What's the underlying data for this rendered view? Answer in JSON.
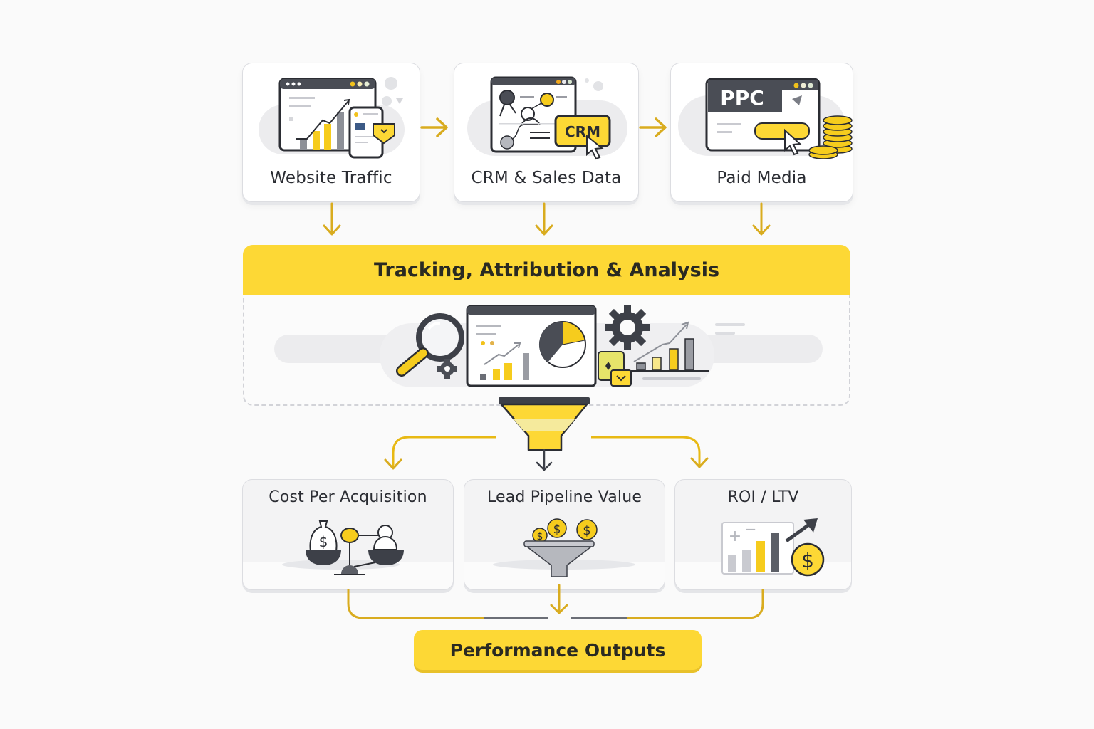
{
  "diagram": {
    "sources": [
      {
        "label": "Website Traffic",
        "icon": "website-analytics-icon"
      },
      {
        "label": "CRM & Sales Data",
        "icon": "crm-icon",
        "badge": "CRM"
      },
      {
        "label": "Paid Media",
        "icon": "ppc-icon",
        "badge": "PPC"
      }
    ],
    "hub": {
      "title": "Tracking, Attribution & Analysis",
      "icons": [
        "magnifier-icon",
        "dashboard-icon",
        "pie-chart-icon",
        "gear-icon",
        "bar-chart-icon",
        "funnel-icon"
      ]
    },
    "outputs": [
      {
        "label": "Cost Per Acquisition",
        "icon": "balance-scale-icon",
        "symbol": "$"
      },
      {
        "label": "Lead Pipeline Value",
        "icon": "coin-funnel-icon",
        "symbol": "$"
      },
      {
        "label": "ROI / LTV",
        "icon": "growth-chart-icon",
        "symbol": "$",
        "signs": [
          "+",
          "−"
        ]
      }
    ],
    "result": {
      "label": "Performance Outputs"
    },
    "colors": {
      "accent": "#fdd835",
      "accent_dark": "#d4a514",
      "arrow": "#d9ac1f",
      "ink": "#2b2d33",
      "dark_gray": "#4a4d55",
      "mid_gray": "#9a9ca3",
      "light_gray": "#ececee",
      "card_border": "#dcdde1"
    }
  }
}
